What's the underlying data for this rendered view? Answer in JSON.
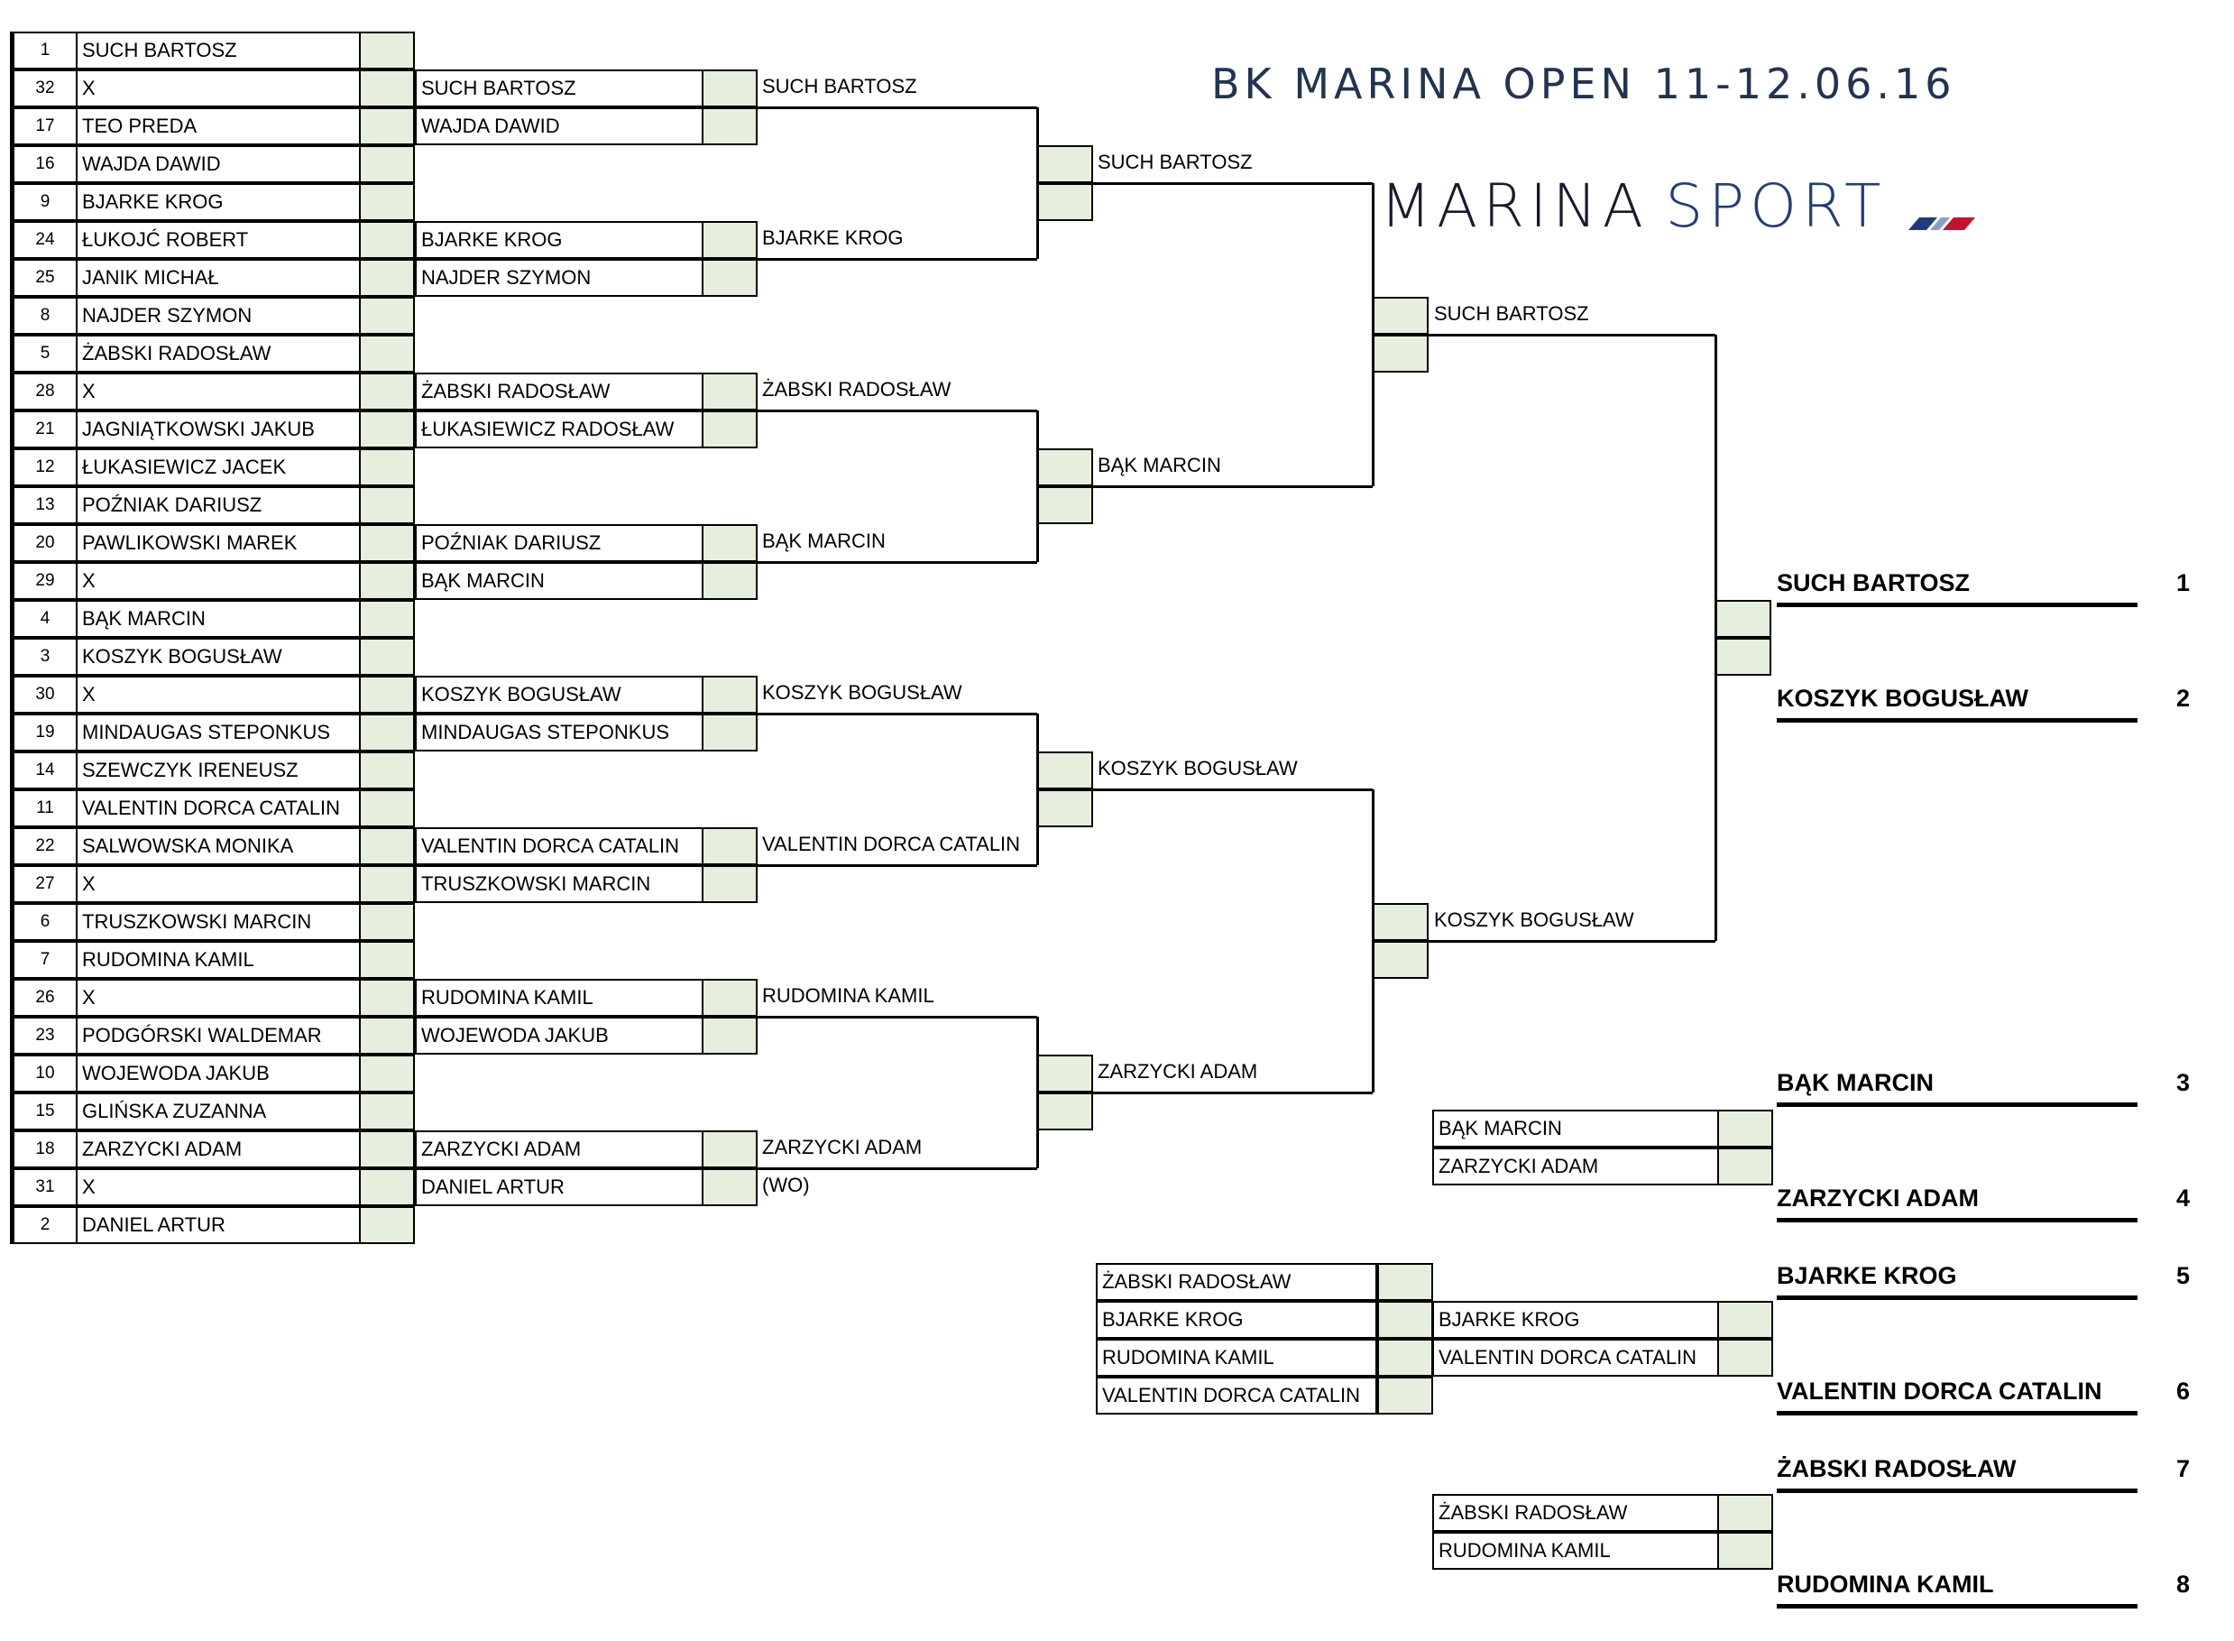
{
  "title": "BK MARINA OPEN 11-12.06.16",
  "logo": {
    "word1": "MARINA",
    "word2": "SPORT",
    "colors": [
      "#1a1a2e",
      "#213c7a",
      "#c8102e"
    ]
  },
  "colors": {
    "score_bg": "#e6eedd",
    "title": "#213452"
  },
  "round1": [
    {
      "seed": "1",
      "name": "SUCH BARTOSZ"
    },
    {
      "seed": "32",
      "name": "X"
    },
    {
      "seed": "17",
      "name": "TEO PREDA"
    },
    {
      "seed": "16",
      "name": "WAJDA DAWID"
    },
    {
      "seed": "9",
      "name": "BJARKE KROG"
    },
    {
      "seed": "24",
      "name": "ŁUKOJĆ ROBERT"
    },
    {
      "seed": "25",
      "name": "JANIK MICHAŁ"
    },
    {
      "seed": "8",
      "name": "NAJDER SZYMON"
    },
    {
      "seed": "5",
      "name": "ŻABSKI RADOSŁAW"
    },
    {
      "seed": "28",
      "name": "X"
    },
    {
      "seed": "21",
      "name": "JAGNIĄTKOWSKI JAKUB"
    },
    {
      "seed": "12",
      "name": "ŁUKASIEWICZ JACEK"
    },
    {
      "seed": "13",
      "name": "POŹNIAK DARIUSZ"
    },
    {
      "seed": "20",
      "name": "PAWLIKOWSKI MAREK"
    },
    {
      "seed": "29",
      "name": "X"
    },
    {
      "seed": "4",
      "name": "BĄK MARCIN"
    },
    {
      "seed": "3",
      "name": "KOSZYK BOGUSŁAW"
    },
    {
      "seed": "30",
      "name": "X"
    },
    {
      "seed": "19",
      "name": "MINDAUGAS STEPONKUS"
    },
    {
      "seed": "14",
      "name": "SZEWCZYK IRENEUSZ"
    },
    {
      "seed": "11",
      "name": "VALENTIN DORCA CATALIN"
    },
    {
      "seed": "22",
      "name": "SALWOWSKA MONIKA"
    },
    {
      "seed": "27",
      "name": "X"
    },
    {
      "seed": "6",
      "name": "TRUSZKOWSKI MARCIN"
    },
    {
      "seed": "7",
      "name": "RUDOMINA KAMIL"
    },
    {
      "seed": "26",
      "name": "X"
    },
    {
      "seed": "23",
      "name": "PODGÓRSKI WALDEMAR"
    },
    {
      "seed": "10",
      "name": "WOJEWODA JAKUB"
    },
    {
      "seed": "15",
      "name": "GLIŃSKA ZUZANNA"
    },
    {
      "seed": "18",
      "name": "ZARZYCKI ADAM"
    },
    {
      "seed": "31",
      "name": "X"
    },
    {
      "seed": "2",
      "name": "DANIEL ARTUR"
    }
  ],
  "round2": [
    {
      "a": "SUCH BARTOSZ",
      "b": "WAJDA DAWID",
      "winner": "SUCH BARTOSZ"
    },
    {
      "a": "BJARKE KROG",
      "b": "NAJDER SZYMON",
      "winner": "BJARKE KROG"
    },
    {
      "a": "ŻABSKI RADOSŁAW",
      "b": "ŁUKASIEWICZ RADOSŁAW",
      "winner": "ŻABSKI RADOSŁAW"
    },
    {
      "a": "POŹNIAK DARIUSZ",
      "b": "BĄK MARCIN",
      "winner": "BĄK MARCIN"
    },
    {
      "a": "KOSZYK BOGUSŁAW",
      "b": "MINDAUGAS STEPONKUS",
      "winner": "KOSZYK BOGUSŁAW"
    },
    {
      "a": "VALENTIN DORCA CATALIN",
      "b": "TRUSZKOWSKI MARCIN",
      "winner": "VALENTIN DORCA CATALIN"
    },
    {
      "a": "RUDOMINA KAMIL",
      "b": "WOJEWODA JAKUB",
      "winner": "RUDOMINA KAMIL"
    },
    {
      "a": "ZARZYCKI ADAM",
      "b": "DANIEL ARTUR",
      "winner": "ZARZYCKI ADAM",
      "note": "(WO)"
    }
  ],
  "quarterfinals": [
    "SUCH BARTOSZ",
    "BĄK MARCIN",
    "KOSZYK BOGUSŁAW",
    "ZARZYCKI ADAM"
  ],
  "semifinals": [
    "SUCH BARTOSZ",
    "KOSZYK BOGUSŁAW"
  ],
  "final_winner": "SUCH BARTOSZ",
  "third_place_match": [
    "BĄK MARCIN",
    "ZARZYCKI ADAM"
  ],
  "placement_5_8": [
    "ŻABSKI RADOSŁAW",
    "BJARKE KROG",
    "RUDOMINA KAMIL",
    "VALENTIN DORCA CATALIN"
  ],
  "fifth_place_match": [
    "BJARKE KROG",
    "VALENTIN DORCA CATALIN"
  ],
  "seventh_place_match": [
    "ŻABSKI RADOSŁAW",
    "RUDOMINA KAMIL"
  ],
  "standings": [
    {
      "name": "SUCH BARTOSZ",
      "place": "1"
    },
    {
      "name": "KOSZYK BOGUSŁAW",
      "place": "2"
    },
    {
      "name": "BĄK MARCIN",
      "place": "3"
    },
    {
      "name": "ZARZYCKI ADAM",
      "place": "4"
    },
    {
      "name": "BJARKE KROG",
      "place": "5"
    },
    {
      "name": "VALENTIN DORCA CATALIN",
      "place": "6"
    },
    {
      "name": "ŻABSKI RADOSŁAW",
      "place": "7"
    },
    {
      "name": "RUDOMINA KAMIL",
      "place": "8"
    }
  ]
}
